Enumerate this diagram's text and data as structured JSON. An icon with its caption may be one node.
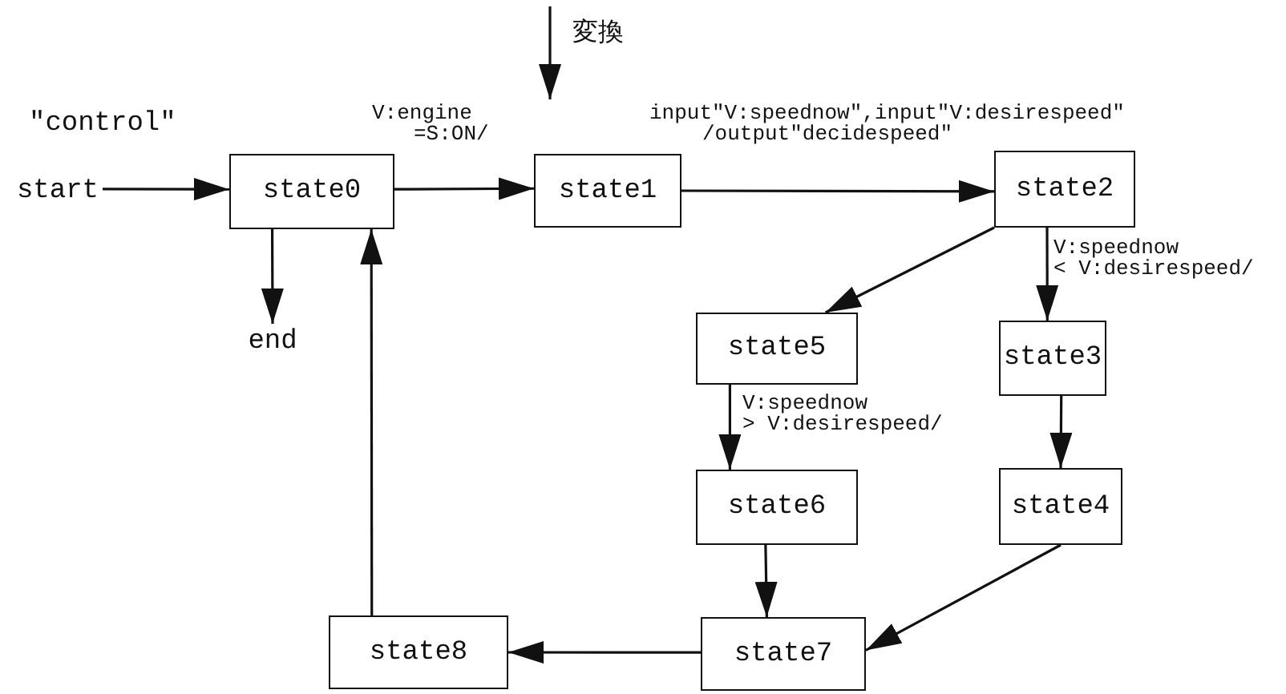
{
  "diagram": {
    "nodes": [
      {
        "text": [
          "start"
        ]
      },
      {
        "text": [
          "state0"
        ]
      },
      {
        "text": [
          "state1"
        ]
      },
      {
        "text": [
          "state2"
        ]
      },
      {
        "text": [
          "end"
        ]
      },
      {
        "text": [
          "state5"
        ]
      },
      {
        "text": [
          "state3"
        ]
      },
      {
        "text": [
          "state6"
        ]
      },
      {
        "text": [
          "state4"
        ]
      },
      {
        "text": [
          "state8"
        ]
      },
      {
        "text": [
          "state7"
        ]
      }
    ],
    "edges": [
      {
        "from": 0,
        "to": 1,
        "arrow": "to"
      },
      {
        "from": 1,
        "to": 2,
        "arrow": "to",
        "label": "V:engine =S:ON/"
      },
      {
        "from": 1,
        "to": 4,
        "arrow": "to"
      },
      {
        "from": 2,
        "to": 3,
        "arrow": "to",
        "label": "input\"V:speednow\",input\"V:desirespeed\" /output\"decidespeed\""
      },
      {
        "from": 3,
        "to": 5,
        "arrow": "to"
      },
      {
        "from": 3,
        "to": 6,
        "arrow": "to",
        "label": "V:speednow < V:desirespeed/"
      },
      {
        "from": 5,
        "to": 7,
        "arrow": "to",
        "label": "V:speednow > V:desirespeed/"
      },
      {
        "from": 6,
        "to": 8,
        "arrow": "to"
      },
      {
        "from": 7,
        "to": 10,
        "arrow": "to"
      },
      {
        "from": 8,
        "to": 10,
        "arrow": "to"
      },
      {
        "from": 10,
        "to": 9,
        "arrow": "to"
      },
      {
        "from": 9,
        "to": 1,
        "arrow": "to"
      }
    ],
    "labels": [
      "変換",
      "\"control\""
    ]
  }
}
